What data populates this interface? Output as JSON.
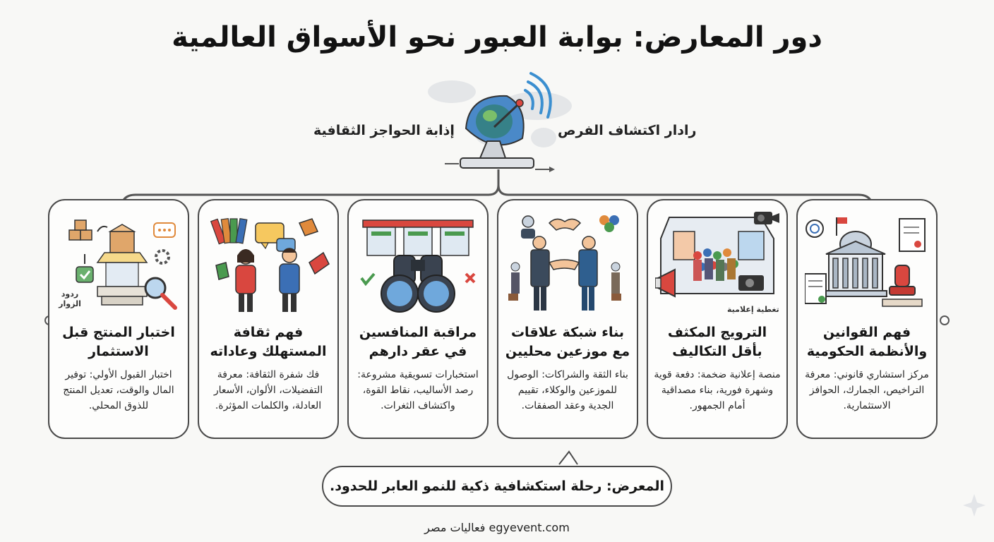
{
  "title": "دور المعارض: بوابة العبور نحو الأسواق العالمية",
  "hub": {
    "label_right": "رادار اكتشاف الفرص",
    "label_left": "إذابة الحواجز الثقافية",
    "icon": "radar-dish-globe-icon"
  },
  "cards": [
    {
      "title": "فهم القوانين والأنظمة الحكومية",
      "desc": "مركز استشاري قانوني: معرفة التراخيص، الجمارك، الحوافز الاستثمارية.",
      "icon": "government-building-icon"
    },
    {
      "title": "الترويج المكثف بأقل التكاليف",
      "desc": "منصة إعلانية ضخمة: دفعة قوية وشهرة فورية، بناء مصداقية أمام الجمهور.",
      "icon": "crowd-booth-icon",
      "caption": "تغطية إعلامية"
    },
    {
      "title": "بناء شبكة علاقات مع موزعين محليين",
      "desc": "بناء الثقة والشراكات: الوصول للموزعين والوكلاء، تقييم الجدية وعقد الصفقات.",
      "icon": "handshake-icon"
    },
    {
      "title": "مراقبة المنافسين في عقر دارهم",
      "desc": "استخبارات تسويقية مشروعة: رصد الأساليب، نقاط القوة، واكتشاف الثغرات.",
      "icon": "binoculars-icon"
    },
    {
      "title": "فهم ثقافة المستهلك وعاداته",
      "desc": "فك شفرة الثقافة: معرفة التفضيلات، الألوان، الأسعار العادلة، والكلمات المؤثرة.",
      "icon": "conversation-icon"
    },
    {
      "title": "اختبار المنتج قبل الاستثمار",
      "desc": "اختبار القبول الأولي: توفير المال والوقت، تعديل المنتج للذوق المحلي.",
      "icon": "product-test-icon",
      "caption": "ردود الزوار"
    }
  ],
  "footer": "المعرض: رحلة استكشافية ذكية للنمو العابر للحدود.",
  "credit": "فعاليات مصر egyevent.com",
  "colors": {
    "border": "#4a4a4a",
    "accent_blue": "#3b6fb5",
    "accent_red": "#d9473f",
    "accent_green": "#4a9a4f",
    "accent_orange": "#e08a3c"
  }
}
